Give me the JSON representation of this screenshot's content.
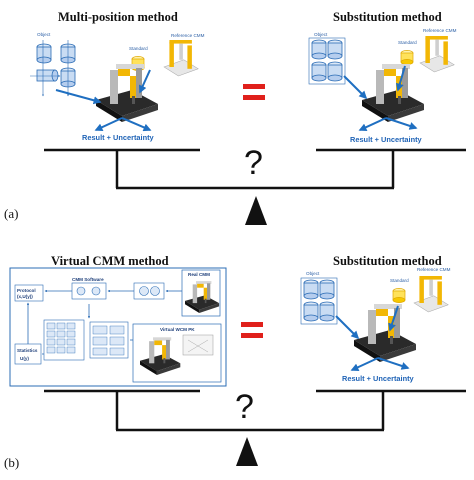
{
  "panel_a": {
    "label": "(a)",
    "left_title": "Multi-position method",
    "right_title": "Substitution method",
    "left_labels": {
      "object": "Object",
      "standard": "Standard",
      "reference_cmm": "Reference CMM",
      "result": "Result + Uncertainty"
    },
    "right_labels": {
      "object": "Object",
      "standard": "Standard",
      "reference_cmm": "Reference CMM",
      "result": "Result + Uncertainty"
    },
    "question": "?"
  },
  "panel_b": {
    "label": "(b)",
    "left_title": "Virtual CMM method",
    "right_title": "Substitution method",
    "virtual_labels": {
      "real_cmm": "Real CMM",
      "cmm_software": "CMM Software",
      "protocol": "Protocol",
      "protocol_value": "(x,U(y))",
      "statistics": "Statistics",
      "statistics_value": "U(y)",
      "virtual_pk": "Virtual WCM PK"
    },
    "right_labels": {
      "object": "Object",
      "standard": "Standard",
      "reference_cmm": "Reference CMM",
      "result": "Result + Uncertainty"
    },
    "question": "?"
  },
  "colors": {
    "accent_red": "#e0201b",
    "flow_blue": "#1f6fc1",
    "machine_yellow": "#f2b705"
  }
}
